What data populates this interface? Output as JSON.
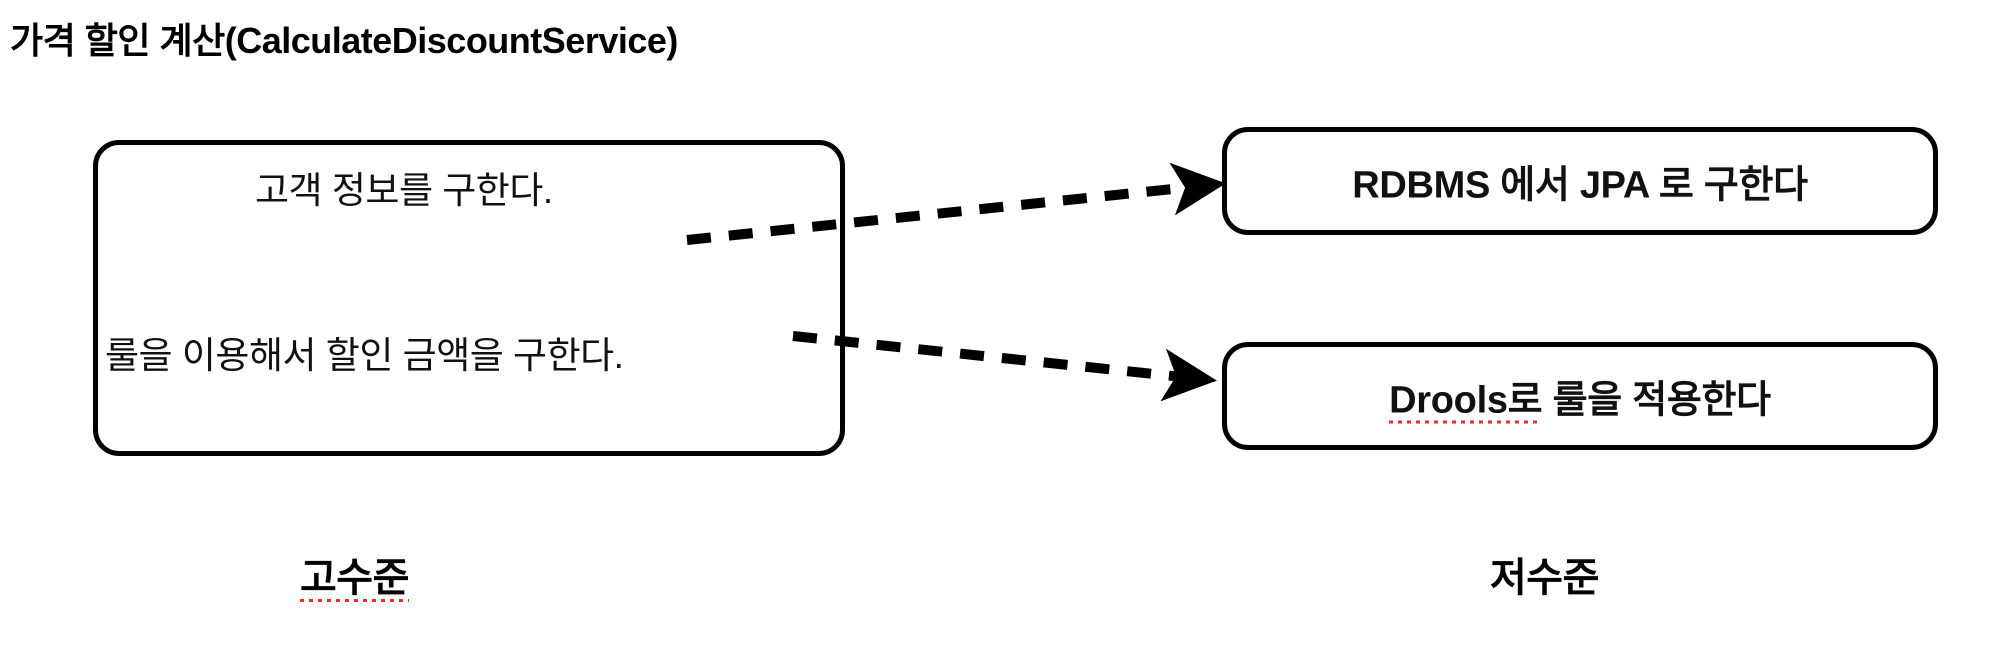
{
  "slide": {
    "title": "가격 할인 계산(CalculateDiscountService)",
    "background_color": "#ffffff",
    "line_color": "#000000",
    "spellcheck_color": "#ef2b2b"
  },
  "high_level": {
    "box_name": "high-level-service-box",
    "lines": [
      "고객 정보를 구한다.",
      "룰을 이용해서 할인 금액을 구한다."
    ],
    "caption": "고수준",
    "caption_has_spellcheck_underline": true
  },
  "low_level": {
    "boxes": [
      {
        "text": "RDBMS 에서 JPA 로 구한다",
        "spellcheck_prefix": "",
        "spellcheck_rest": "RDBMS 에서 JPA 로 구한다"
      },
      {
        "text": "Drools로 룰을 적용한다",
        "spellcheck_prefix": "Drools로",
        "spellcheck_rest": " 룰을 적용한다"
      }
    ],
    "caption": "저수준",
    "caption_has_spellcheck_underline": false
  },
  "connectors": [
    {
      "name": "connector-customer-info-to-rdbms",
      "style": "dashed-arrow",
      "from_label": "고객 정보를 구한다.",
      "to_label": "RDBMS 에서 JPA 로 구한다"
    },
    {
      "name": "connector-rule-discount-to-drools",
      "style": "dashed-arrow",
      "from_label": "룰을 이용해서 할인 금액을 구한다.",
      "to_label": "Drools로 룰을 적용한다"
    }
  ]
}
